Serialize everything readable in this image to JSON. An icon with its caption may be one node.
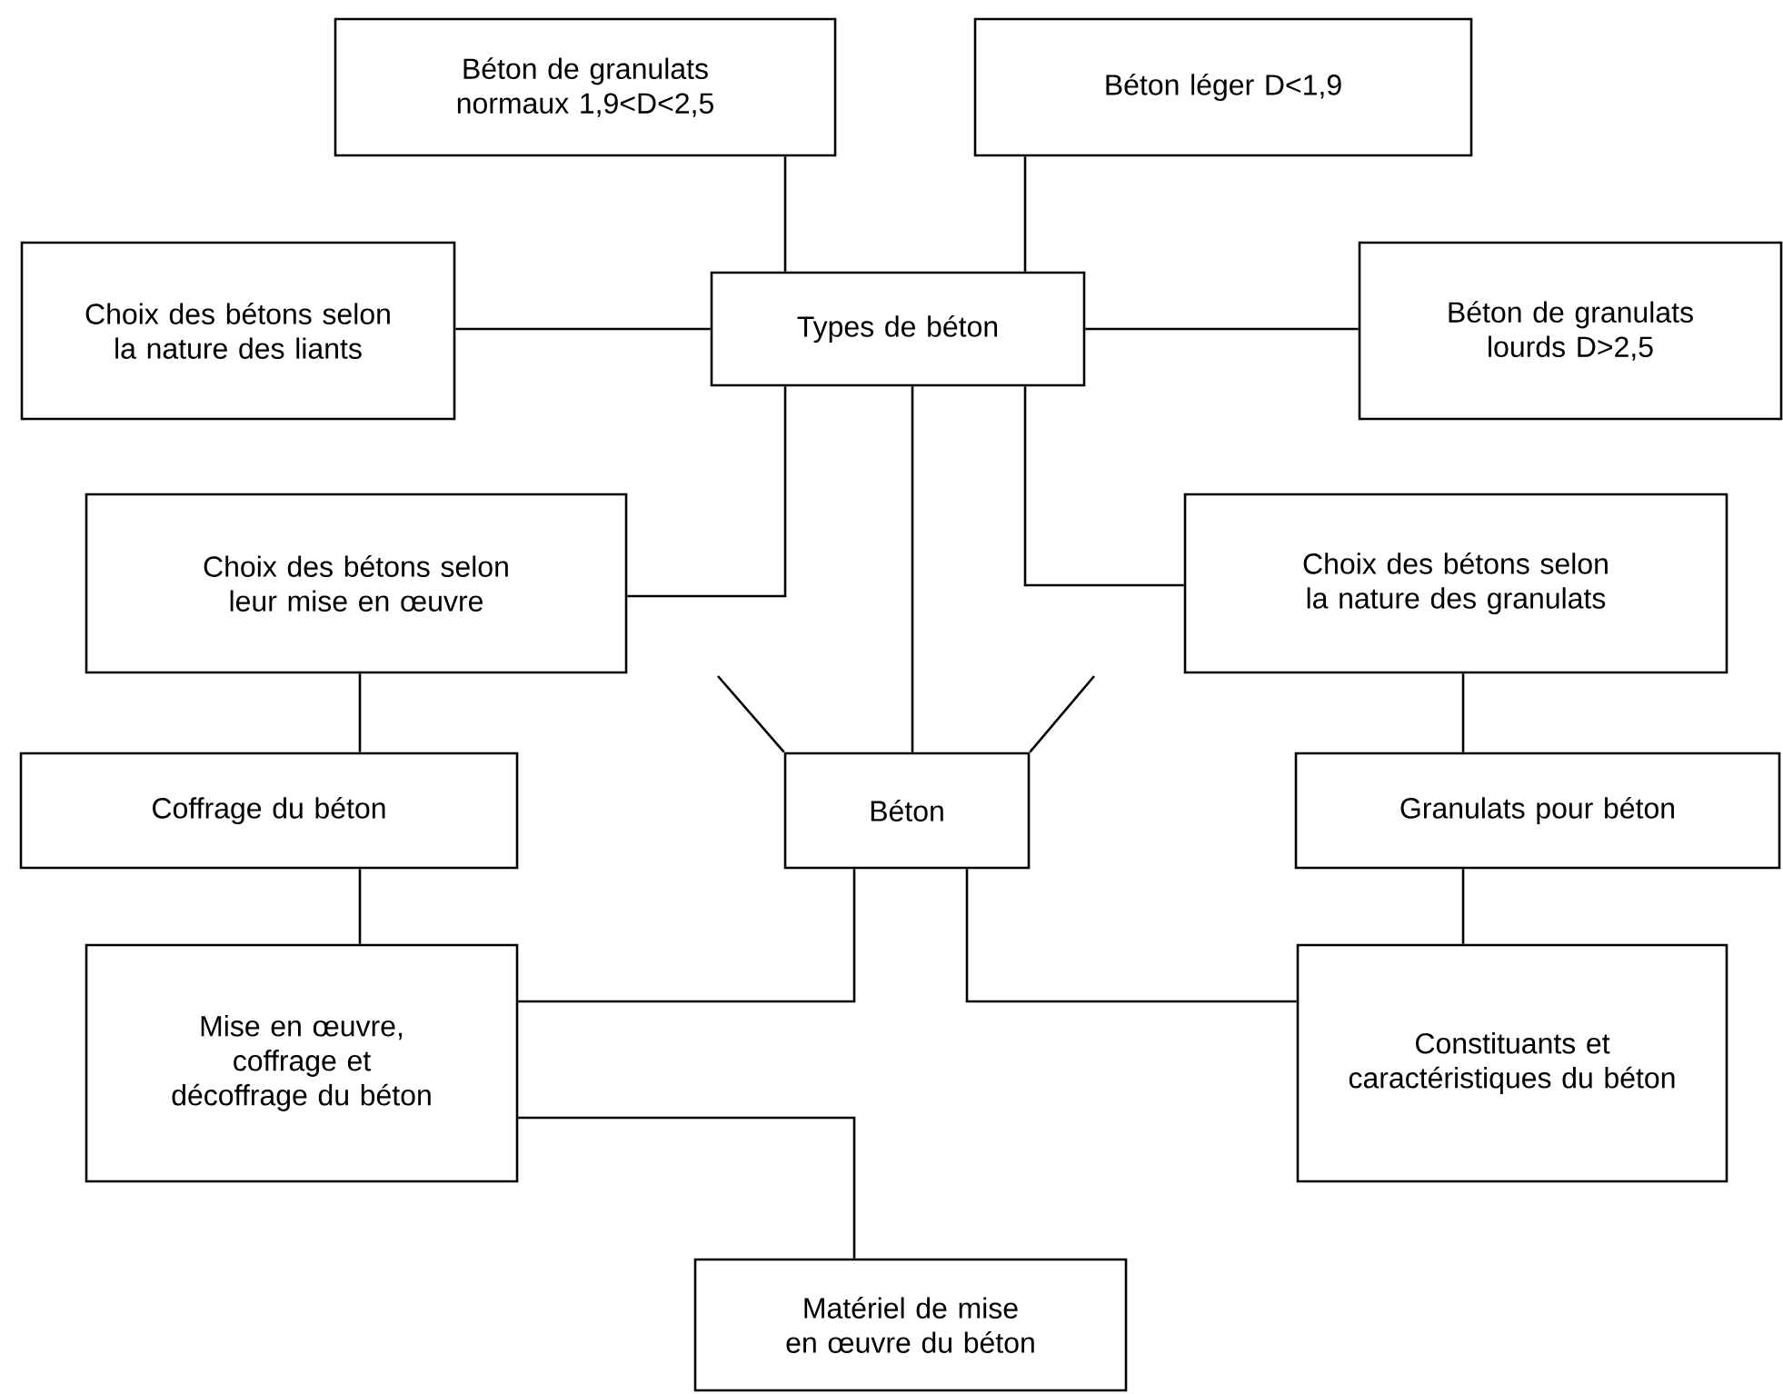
{
  "diagram": {
    "nodes": [
      {
        "text": [
          "Béton de granulats normaux 1,9<D<2,5"
        ]
      },
      {
        "text": [
          "Béton léger D<1,9"
        ]
      },
      {
        "text": [
          "Choix des bétons selon la nature des liants"
        ]
      },
      {
        "text": [
          "Types de béton"
        ]
      },
      {
        "text": [
          "Béton de granulats lourds D>2,5"
        ]
      },
      {
        "text": [
          "Choix des bétons selon leur mise en œuvre"
        ]
      },
      {
        "text": [
          "Choix des bétons selon la nature des granulats"
        ]
      },
      {
        "text": [
          "Coffrage du béton"
        ]
      },
      {
        "text": [
          "Béton"
        ]
      },
      {
        "text": [
          "Granulats pour béton"
        ]
      },
      {
        "text": [
          "Mise en œuvre, coffrage et décoffrage du béton"
        ]
      },
      {
        "text": [
          "Constituants et caractéristiques du béton"
        ]
      },
      {
        "text": [
          "Matériel de mise en œuvre du béton"
        ]
      }
    ],
    "edges": [
      {
        "from": 3,
        "to": 0,
        "arrow": "none"
      },
      {
        "from": 3,
        "to": 1,
        "arrow": "none"
      },
      {
        "from": 3,
        "to": 2,
        "arrow": "none"
      },
      {
        "from": 3,
        "to": 4,
        "arrow": "none"
      },
      {
        "from": 3,
        "to": 5,
        "arrow": "none"
      },
      {
        "from": 3,
        "to": 8,
        "arrow": "none"
      },
      {
        "from": 3,
        "to": 6,
        "arrow": "none"
      },
      {
        "from": null,
        "to": 8,
        "arrow": "none"
      },
      {
        "from": null,
        "to": 8,
        "arrow": "none"
      },
      {
        "from": 5,
        "to": 7,
        "arrow": "none"
      },
      {
        "from": 7,
        "to": 10,
        "arrow": "none"
      },
      {
        "from": 6,
        "to": 9,
        "arrow": "none"
      },
      {
        "from": 9,
        "to": 11,
        "arrow": "none"
      },
      {
        "from": 8,
        "to": 10,
        "arrow": "none"
      },
      {
        "from": 8,
        "to": 11,
        "arrow": "none"
      },
      {
        "from": 10,
        "to": 12,
        "arrow": "none"
      }
    ]
  }
}
